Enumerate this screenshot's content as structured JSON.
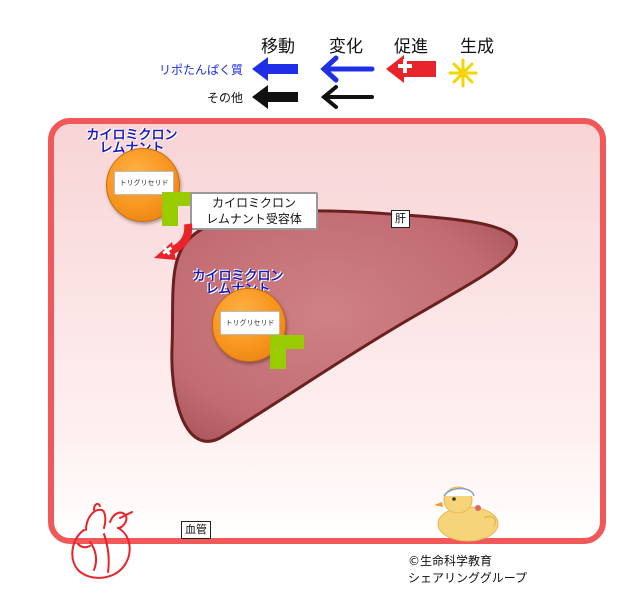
{
  "legend": {
    "headers": {
      "move": "移動",
      "change": "変化",
      "promote": "促進",
      "generate": "生成"
    },
    "rows": [
      {
        "label": "リポたんぱく質",
        "color": "#1f2fe6"
      },
      {
        "label": "その他",
        "color": "#111111"
      }
    ],
    "promote_color": "#e8242a",
    "generate_color": "#f5d400"
  },
  "vessel_label": "血管",
  "liver_label": "肝",
  "particle_top": {
    "title_line1": "カイロミクロン",
    "title_line2": "レムナント",
    "content": "トリグリセリド"
  },
  "particle_liver": {
    "title_line1": "カイロミクロン",
    "title_line2": "レムナント",
    "content": "トリグリセリド"
  },
  "receptor_label_line1": "カイロミクロン",
  "receptor_label_line2": "レムナント受容体",
  "credit_line1": "©生命科学教育",
  "credit_line2": "シェアリンググループ",
  "colors": {
    "vessel_border": "#f0585a",
    "liver_fill": "#c9767a",
    "liver_border": "#6b2020",
    "particle": "#f7941d",
    "receptor": "#99cc00",
    "title_blue": "#1a1ab8"
  }
}
